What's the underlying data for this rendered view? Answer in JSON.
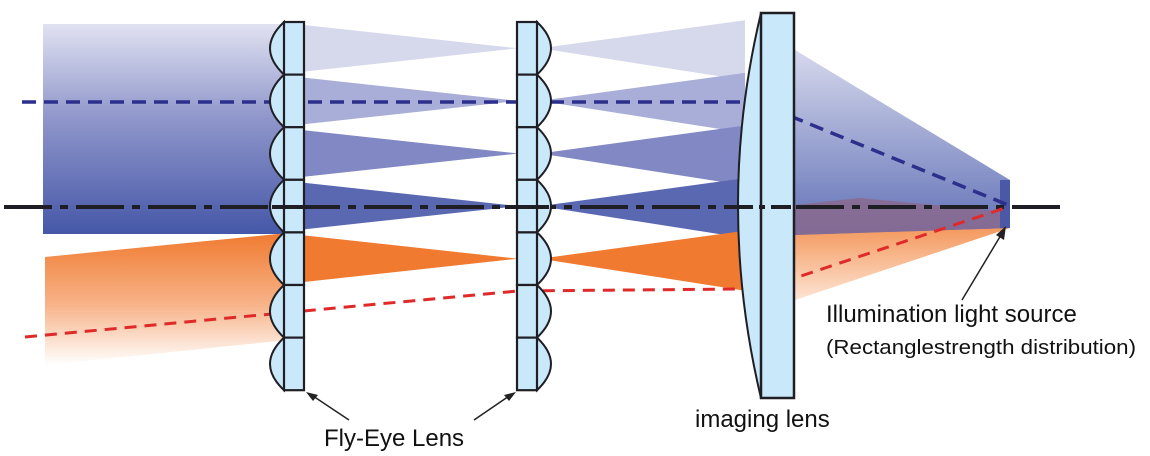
{
  "diagram": {
    "title": "Fly-eye lens illumination optics",
    "labels": {
      "fly_eye_lens": "Fly-Eye Lens",
      "imaging_lens": "imaging lens",
      "light_source": "Illumination light source",
      "light_source_note": "(Rectanglestrength distribution)"
    },
    "components": [
      {
        "id": "fly-eye-lens-1",
        "type": "lenslet array",
        "lenslets": 7,
        "curved_side": "left"
      },
      {
        "id": "fly-eye-lens-2",
        "type": "lenslet array",
        "lenslets": 7,
        "curved_side": "right"
      },
      {
        "id": "imaging-lens",
        "type": "plano-convex lens",
        "curved_side": "left"
      },
      {
        "id": "illumination-light-source",
        "type": "uniform rectangle field"
      }
    ],
    "beams": [
      {
        "id": "on-axis-beam",
        "color_name": "blue",
        "gradient": "light to dark downward"
      },
      {
        "id": "off-axis-beam",
        "color_name": "orange",
        "gradient": "dark to light downward"
      }
    ],
    "rays": [
      {
        "id": "chief-ray-blue",
        "style": "dashed",
        "color_name": "navy"
      },
      {
        "id": "chief-ray-red",
        "style": "dashed",
        "color_name": "red"
      },
      {
        "id": "optical-axis",
        "style": "dash-dot",
        "color_name": "black"
      }
    ],
    "colors": {
      "blue_dark": "#4557A8",
      "blue_light": "#DCDDEF",
      "orange_dark": "#F07A30",
      "orange_light": "#FFFFFF",
      "lens_fill": "#C9E8FA",
      "outline": "#1E1E24",
      "blue_ray": "#2C2F8C",
      "red_ray": "#E02A2A",
      "overlap": "#8A6A8E"
    }
  }
}
